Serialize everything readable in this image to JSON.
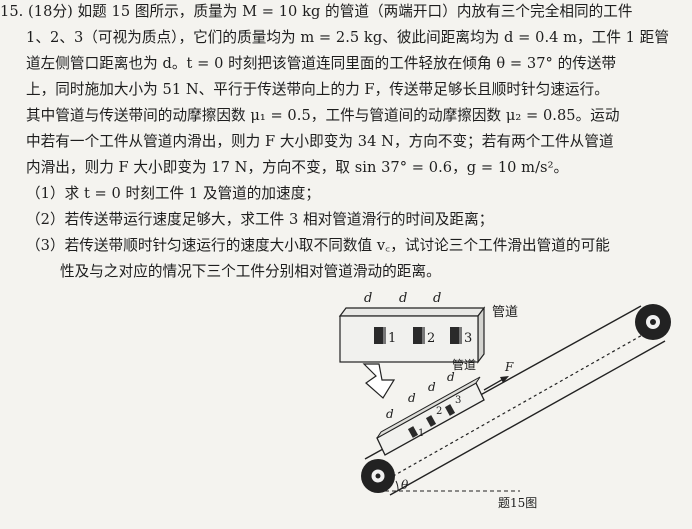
{
  "problem": {
    "lines": [
      "15. (18分) 如题 15 图所示，质量为 M = 10 kg 的管道（两端开口）内放有三个完全相同的工件",
      "1、2、3（可视为质点），它们的质量均为 m = 2.5 kg、彼此间距离均为 d = 0.4 m，工件 1 距管",
      "道左侧管口距离也为 d。t = 0 时刻把该管道连同里面的工件轻放在倾角 θ = 37° 的传送带",
      "上，同时施加大小为 51 N、平行于传送带向上的力 F，传送带足够长且顺时针匀速运行。",
      "其中管道与传送带间的动摩擦因数 μ₁ = 0.5，工件与管道间的动摩擦因数 μ₂ = 0.85。运动",
      "中若有一个工件从管道内滑出，则力 F 大小即变为 34 N，方向不变；若有两个工件从管道",
      "内滑出，则力 F 大小即变为 17 N，方向不变，取 sin 37° = 0.6，g = 10 m/s²。",
      "（1）求 t = 0 时刻工件 1 及管道的加速度；",
      "（2）若传送带运行速度足够大，求工件 3 相对管道滑行的时间及距离；",
      "（3）若传送带顺时针匀速运行的速度大小取不同数值 v꜀，试讨论三个工件滑出管道的可能",
      "性及与之对应的情况下三个工件分别相对管道滑动的距离。"
    ]
  },
  "figure": {
    "top_d_labels": [
      "d",
      "d",
      "d"
    ],
    "top_pipe_label": "管道",
    "top_part_labels": [
      "1",
      "2",
      "3"
    ],
    "belt_pipe_label": "管道",
    "force_label": "F",
    "belt_d_labels": [
      "d",
      "d",
      "d",
      "d"
    ],
    "belt_part_labels": [
      "1",
      "2",
      "3"
    ],
    "angle_label": "θ",
    "caption": "题15图"
  }
}
